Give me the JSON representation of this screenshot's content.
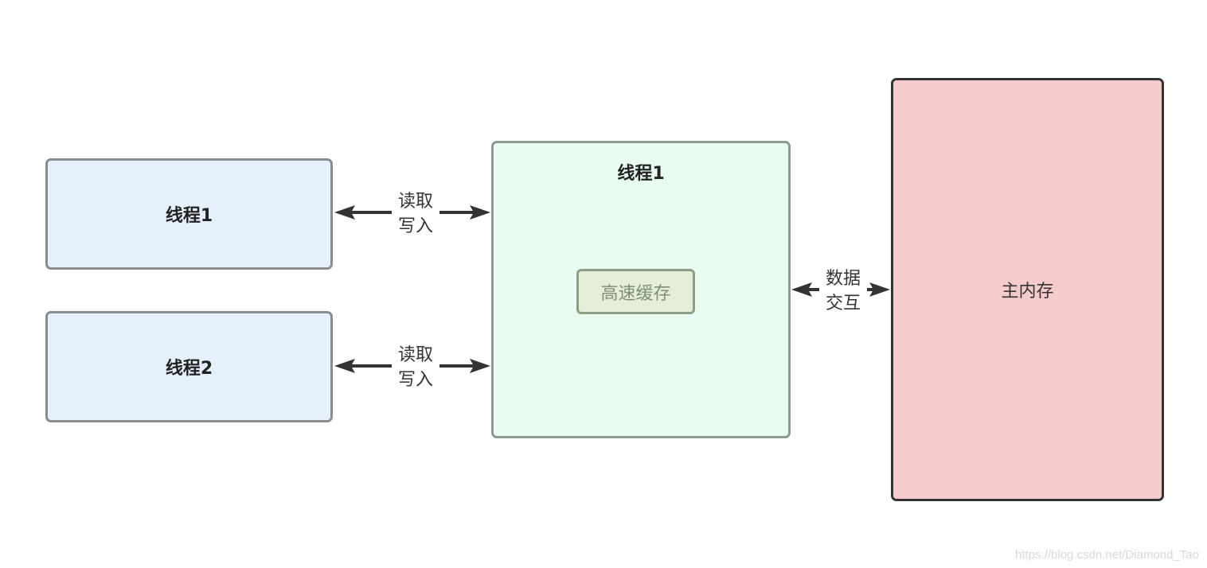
{
  "nodes": {
    "thread1": "线程1",
    "thread2": "线程2",
    "working_memory_title": "线程1",
    "cache": "高速缓存",
    "main_memory": "主内存"
  },
  "edges": {
    "thread1_link": [
      "读取",
      "写入"
    ],
    "thread2_link": [
      "读取",
      "写入"
    ],
    "memory_link": [
      "数据",
      "交互"
    ]
  },
  "watermark": "https://blog.csdn.net/Diamond_Tao",
  "colors": {
    "thread_fill": "#e6f0fd",
    "working_memory_fill": "#e9fcf1",
    "cache_fill": "#e6eed7",
    "main_memory_fill": "#f6cbcc",
    "arrow": "#333333"
  }
}
